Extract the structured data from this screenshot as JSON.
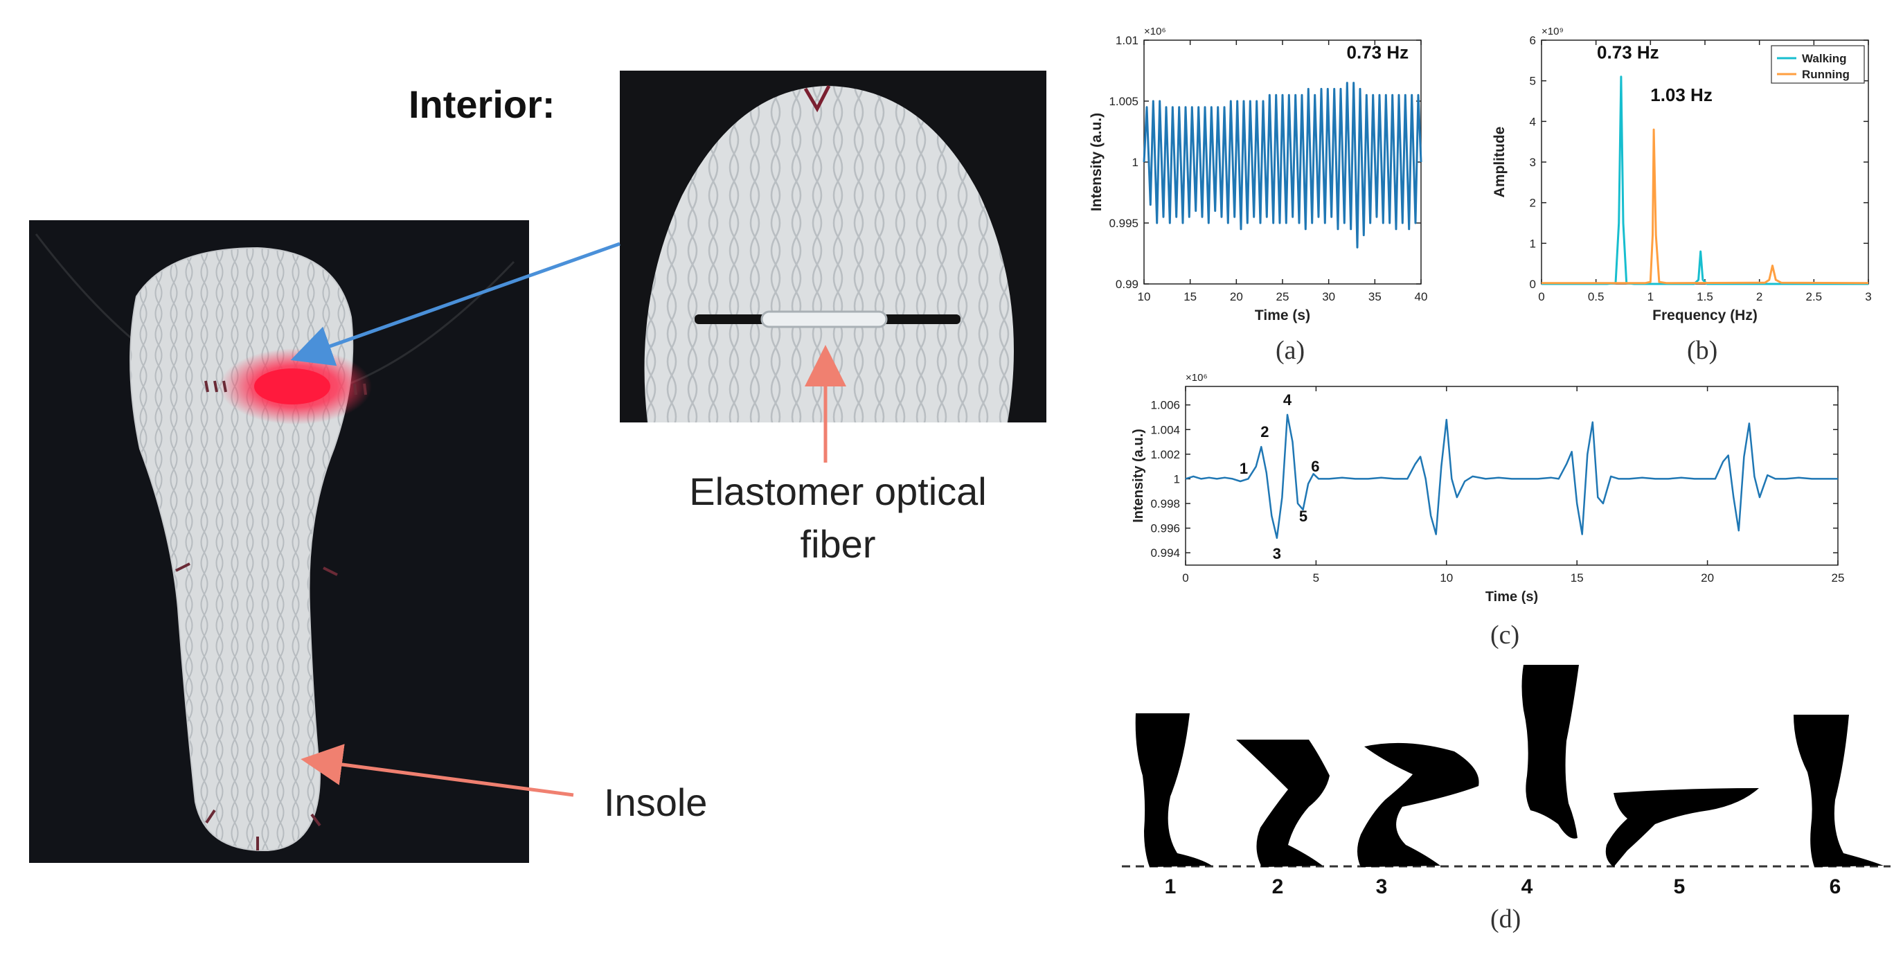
{
  "photo": {
    "interior_label": "Interior:",
    "fiber_label_line1": "Elastomer optical",
    "fiber_label_line2": "fiber",
    "insole_label": "Insole"
  },
  "chart_data": [
    {
      "panel": "(a)",
      "type": "line",
      "title": "",
      "xlabel": "Time (s)",
      "ylabel": "Intensity (a.u.)",
      "exponent_label": "×10⁶",
      "annotation": "0.73 Hz",
      "xlim": [
        10,
        40
      ],
      "ylim": [
        0.99,
        1.01
      ],
      "xticks": [
        "10",
        "15",
        "20",
        "25",
        "30",
        "35",
        "40"
      ],
      "yticks": [
        "0.99",
        "0.995",
        "1",
        "1.005",
        "1.01"
      ],
      "series": [
        {
          "color": "#1f77b4",
          "x": [
            10.0,
            10.3,
            10.7,
            11.0,
            11.4,
            11.7,
            12.1,
            12.4,
            12.8,
            13.1,
            13.5,
            13.8,
            14.2,
            14.5,
            14.9,
            15.2,
            15.6,
            15.9,
            16.3,
            16.6,
            17.0,
            17.3,
            17.7,
            18.0,
            18.4,
            18.7,
            19.1,
            19.4,
            19.8,
            20.1,
            20.5,
            20.8,
            21.2,
            21.5,
            21.9,
            22.2,
            22.6,
            22.9,
            23.3,
            23.6,
            24.0,
            24.3,
            24.7,
            25.0,
            25.4,
            25.7,
            26.1,
            26.4,
            26.8,
            27.1,
            27.5,
            27.8,
            28.2,
            28.5,
            28.9,
            29.2,
            29.6,
            29.9,
            30.3,
            30.6,
            31.0,
            31.3,
            31.7,
            32.0,
            32.4,
            32.7,
            33.1,
            33.4,
            33.8,
            34.1,
            34.5,
            34.8,
            35.2,
            35.5,
            35.9,
            36.2,
            36.6,
            36.9,
            37.3,
            37.6,
            38.0,
            38.3,
            38.7,
            39.0,
            39.4,
            39.7,
            40.0
          ],
          "y": [
            1.0,
            1.0045,
            0.9965,
            1.005,
            0.995,
            1.005,
            0.9955,
            1.0045,
            0.995,
            1.0045,
            0.9955,
            1.0045,
            0.995,
            1.0045,
            0.9955,
            1.0045,
            0.996,
            1.0045,
            0.9955,
            1.0045,
            0.995,
            1.0045,
            0.996,
            1.0045,
            0.9955,
            1.0045,
            0.995,
            1.005,
            0.9955,
            1.005,
            0.9945,
            1.005,
            0.995,
            1.005,
            0.9955,
            1.005,
            0.995,
            1.005,
            0.9955,
            1.0055,
            0.995,
            1.0055,
            0.995,
            1.0055,
            0.995,
            1.0055,
            0.9955,
            1.0055,
            0.995,
            1.0055,
            0.9945,
            1.006,
            0.995,
            1.0055,
            0.9955,
            1.006,
            0.995,
            1.006,
            0.9955,
            1.006,
            0.9945,
            1.006,
            0.995,
            1.0065,
            0.9945,
            1.0065,
            0.993,
            1.006,
            0.994,
            1.0055,
            0.995,
            1.0055,
            0.9955,
            1.0055,
            0.995,
            1.0055,
            0.995,
            1.0055,
            0.9945,
            1.0055,
            0.995,
            1.0055,
            0.9945,
            1.0055,
            0.995,
            1.0055,
            1.0
          ]
        }
      ]
    },
    {
      "panel": "(b)",
      "type": "line",
      "title": "",
      "xlabel": "Frequency (Hz)",
      "ylabel": "Amplitude",
      "exponent_label": "×10⁹",
      "annotations": [
        "0.73 Hz",
        "1.03 Hz"
      ],
      "xlim": [
        0,
        3
      ],
      "ylim": [
        0,
        6
      ],
      "xticks": [
        "0",
        "0.5",
        "1",
        "1.5",
        "2",
        "2.5",
        "3"
      ],
      "yticks": [
        "0",
        "1",
        "2",
        "3",
        "4",
        "5",
        "6"
      ],
      "legend_position": "top-right",
      "series": [
        {
          "name": "Walking",
          "color": "#17becf",
          "x": [
            0,
            0.6,
            0.68,
            0.71,
            0.73,
            0.75,
            0.78,
            0.85,
            1.4,
            1.44,
            1.46,
            1.48,
            1.52,
            2.0,
            3.0
          ],
          "y": [
            0,
            0,
            0.02,
            1.5,
            5.1,
            1.5,
            0.02,
            0,
            0,
            0.1,
            0.8,
            0.1,
            0,
            0,
            0
          ]
        },
        {
          "name": "Running",
          "color": "#ff9f40",
          "x": [
            0,
            0.95,
            1.0,
            1.02,
            1.03,
            1.05,
            1.08,
            1.15,
            2.05,
            2.09,
            2.12,
            2.15,
            2.2,
            3.0
          ],
          "y": [
            0.02,
            0.02,
            0.05,
            1.2,
            3.8,
            1.2,
            0.05,
            0.02,
            0.03,
            0.1,
            0.45,
            0.1,
            0.03,
            0.02
          ]
        }
      ]
    },
    {
      "panel": "(c)",
      "type": "line",
      "title": "",
      "xlabel": "Time (s)",
      "ylabel": "Intensity (a.u.)",
      "exponent_label": "×10⁶",
      "point_labels": [
        "1",
        "2",
        "3",
        "4",
        "5",
        "6"
      ],
      "xlim": [
        0,
        25
      ],
      "ylim": [
        0.993,
        1.0075
      ],
      "xticks": [
        "0",
        "5",
        "10",
        "15",
        "20",
        "25"
      ],
      "yticks": [
        "0.994",
        "0.996",
        "0.998",
        "1",
        "1.002",
        "1.004",
        "1.006"
      ],
      "series": [
        {
          "color": "#1f77b4",
          "x": [
            0.0,
            0.3,
            0.6,
            0.9,
            1.2,
            1.5,
            1.8,
            2.1,
            2.4,
            2.7,
            2.9,
            3.1,
            3.3,
            3.5,
            3.7,
            3.9,
            4.1,
            4.3,
            4.5,
            4.7,
            4.9,
            5.1,
            5.5,
            6.0,
            6.5,
            7.0,
            7.5,
            8.0,
            8.5,
            8.8,
            9.0,
            9.2,
            9.4,
            9.6,
            9.8,
            10.0,
            10.2,
            10.4,
            10.7,
            11.0,
            11.5,
            12.0,
            12.5,
            13.0,
            13.5,
            14.0,
            14.3,
            14.6,
            14.8,
            15.0,
            15.2,
            15.4,
            15.6,
            15.8,
            16.0,
            16.3,
            16.6,
            17.0,
            17.5,
            18.0,
            18.5,
            19.0,
            19.5,
            20.0,
            20.3,
            20.6,
            20.8,
            21.0,
            21.2,
            21.4,
            21.6,
            21.8,
            22.0,
            22.3,
            22.6,
            23.0,
            23.5,
            24.0,
            24.5,
            25.0
          ],
          "y": [
            1.0,
            1.0002,
            1.0,
            1.0001,
            1.0,
            1.0001,
            1.0,
            0.9998,
            1.0,
            1.001,
            1.0026,
            1.0005,
            0.997,
            0.9952,
            0.9985,
            1.0052,
            1.003,
            0.998,
            0.9975,
            0.9996,
            1.0004,
            1.0,
            1.0,
            1.0001,
            1.0,
            1.0,
            1.0001,
            1.0,
            1.0,
            1.0012,
            1.0018,
            1.0,
            0.997,
            0.9955,
            1.001,
            1.0048,
            1.0,
            0.9985,
            0.9998,
            1.0002,
            1.0,
            1.0001,
            1.0,
            1.0,
            1.0,
            1.0001,
            1.0,
            1.0012,
            1.0022,
            0.998,
            0.9955,
            1.002,
            1.0046,
            0.9985,
            0.998,
            1.0002,
            1.0,
            1.0,
            1.0001,
            1.0,
            1.0,
            1.0001,
            1.0,
            1.0,
            1.0,
            1.0014,
            1.0019,
            0.9985,
            0.9958,
            1.0018,
            1.0045,
            1.0002,
            0.9985,
            1.0003,
            1.0,
            1.0,
            1.0001,
            1.0,
            1.0,
            1.0
          ]
        }
      ]
    }
  ],
  "panel_letters": [
    "(a)",
    "(b)",
    "(c)",
    "(d)"
  ],
  "gait_labels": [
    "1",
    "2",
    "3",
    "4",
    "5",
    "6"
  ]
}
